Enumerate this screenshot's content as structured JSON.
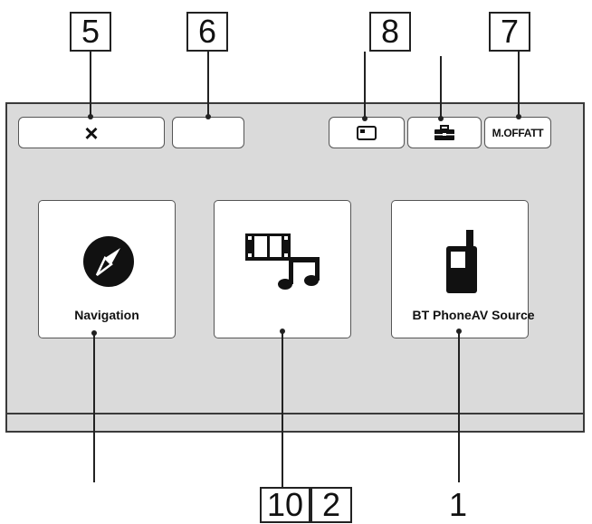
{
  "callouts": {
    "c5": "5",
    "c6": "6",
    "c8": "8",
    "c7": "7",
    "c10": "10",
    "c2": "2",
    "c1": "1"
  },
  "top_bar": {
    "close_icon": "×",
    "mute_label": "M.OFFATT"
  },
  "tiles": {
    "navigation_label": "Navigation",
    "bt_phone_label": "BT PhoneAV Source"
  }
}
